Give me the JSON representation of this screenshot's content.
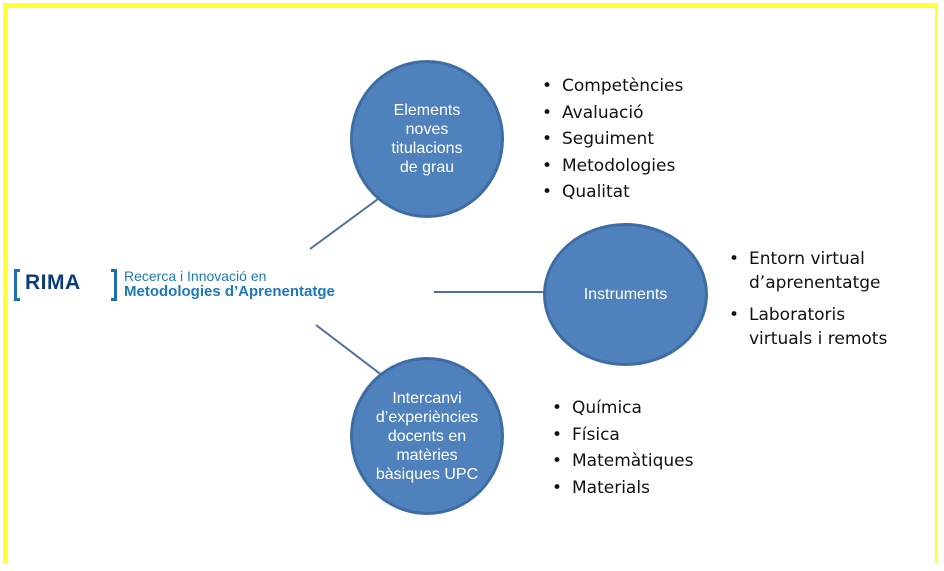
{
  "colors": {
    "border": "#ffff33",
    "node_fill": "#4f81bd",
    "node_stroke": "#3d6da3",
    "connector": "#4f6fa0",
    "logo_dark": "#0b3d78",
    "logo_blue": "#1d78b9"
  },
  "logo": {
    "acronym": "RIMA",
    "line1": "Recerca i Innovació en",
    "line2": "Metodologies d’Aprenentatge"
  },
  "nodes": [
    {
      "label": "Elements\nnoves\ntitulacions\nde grau",
      "items": [
        "Competències",
        "Avaluació",
        "Seguiment",
        "Metodologies",
        "Qualitat"
      ]
    },
    {
      "label": "Instruments",
      "items": [
        "Entorn virtual\nd’aprenentatge",
        "Laboratoris\nvirtuals  i remots"
      ]
    },
    {
      "label": "Intercanvi\nd’experiències\ndocents en\nmatèries\nbàsiques UPC",
      "items": [
        "Química",
        "Física",
        "Matemàtiques",
        "Materials"
      ]
    }
  ]
}
